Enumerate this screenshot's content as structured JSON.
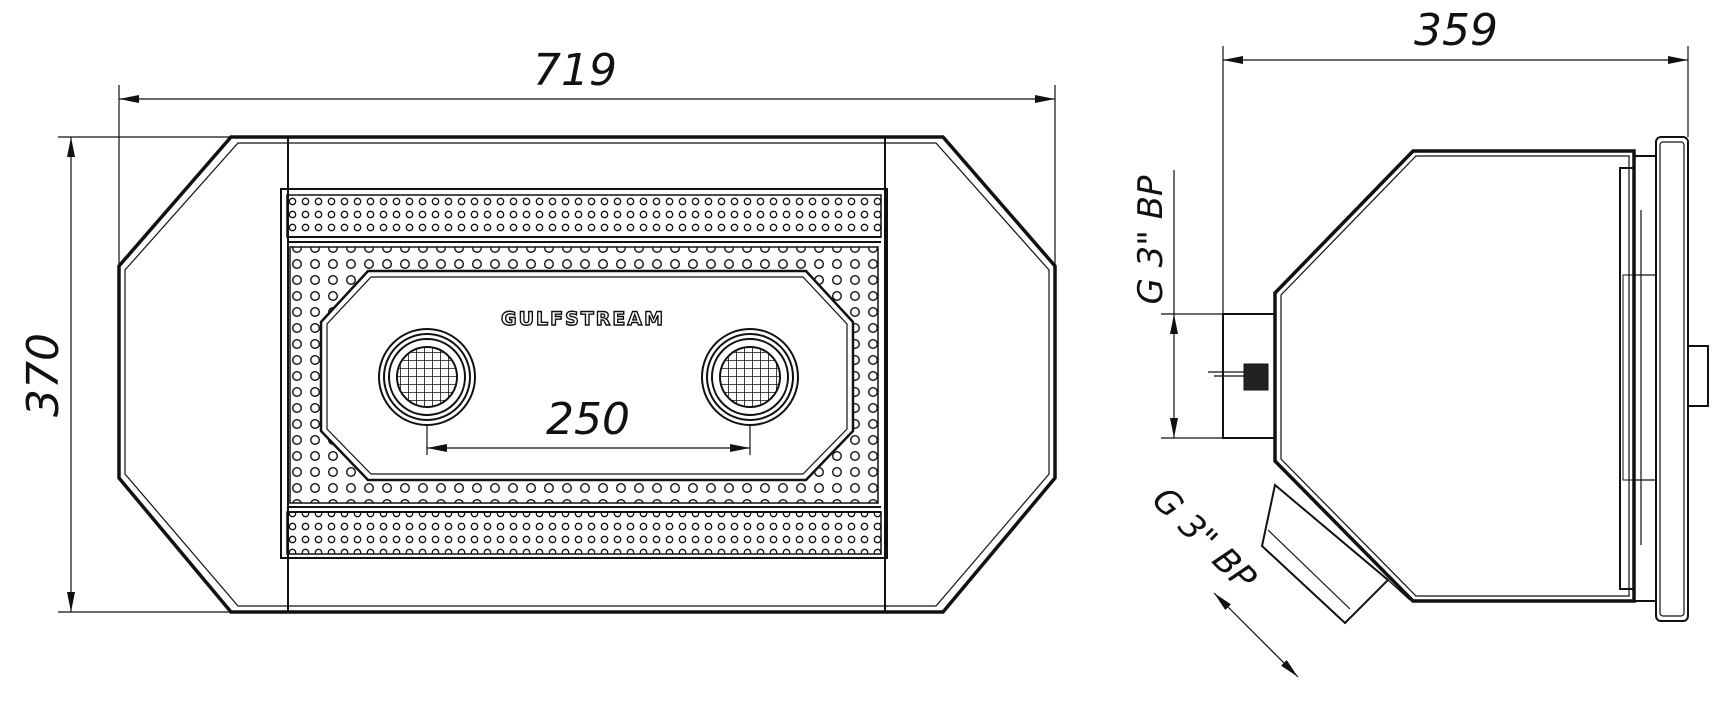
{
  "front_view": {
    "width_dim": "719",
    "height_dim": "370",
    "spacing_dim": "250",
    "brand": "GULFSTREAM"
  },
  "side_view": {
    "depth_dim": "359",
    "inlet_thread": "G 3\" BP",
    "outlet_thread": "G 3\" BP"
  }
}
